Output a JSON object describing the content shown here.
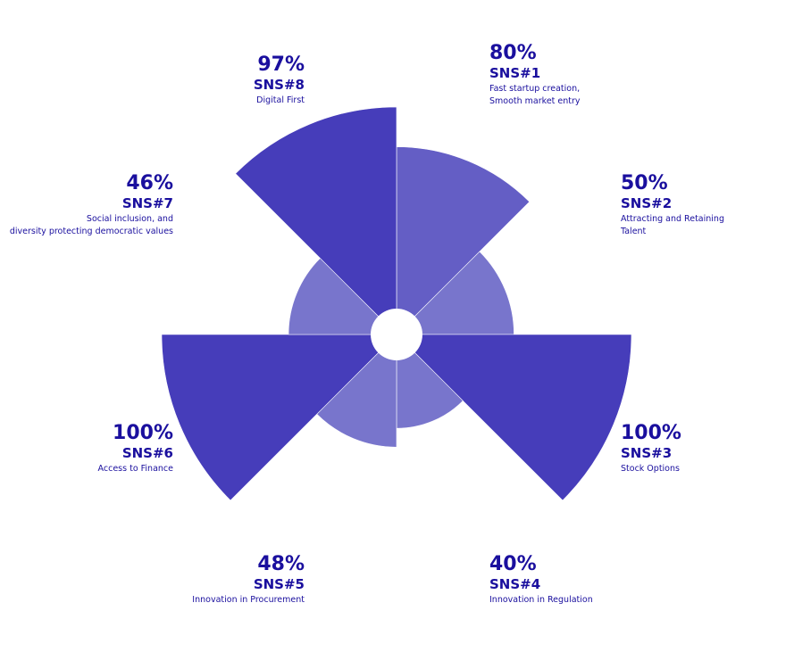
{
  "chart_data": {
    "type": "polar-area",
    "scale_max": 100,
    "segments": [
      {
        "id": "SNS#1",
        "value": 80,
        "label": "80%",
        "desc1": "Fast startup creation,",
        "desc2": "Smooth market entry",
        "color": "#645ec5"
      },
      {
        "id": "SNS#2",
        "value": 50,
        "label": "50%",
        "desc1": "Attracting and Retaining",
        "desc2": "Talent",
        "color": "#7875cc"
      },
      {
        "id": "SNS#3",
        "value": 100,
        "label": "100%",
        "desc1": "Stock Options",
        "desc2": "",
        "color": "#463dba"
      },
      {
        "id": "SNS#4",
        "value": 40,
        "label": "40%",
        "desc1": "Innovation in Regulation",
        "desc2": "",
        "color": "#7875cc"
      },
      {
        "id": "SNS#5",
        "value": 48,
        "label": "48%",
        "desc1": "Innovation in Procurement",
        "desc2": "",
        "color": "#7875cc"
      },
      {
        "id": "SNS#6",
        "value": 100,
        "label": "100%",
        "desc1": "Access to Finance",
        "desc2": "",
        "color": "#463dba"
      },
      {
        "id": "SNS#7",
        "value": 46,
        "label": "46%",
        "desc1": "Social inclusion, and",
        "desc2": "diversity protecting democratic values",
        "color": "#7875cc"
      },
      {
        "id": "SNS#8",
        "value": 97,
        "label": "97%",
        "desc1": "Digital First",
        "desc2": "",
        "color": "#463dba"
      }
    ]
  }
}
